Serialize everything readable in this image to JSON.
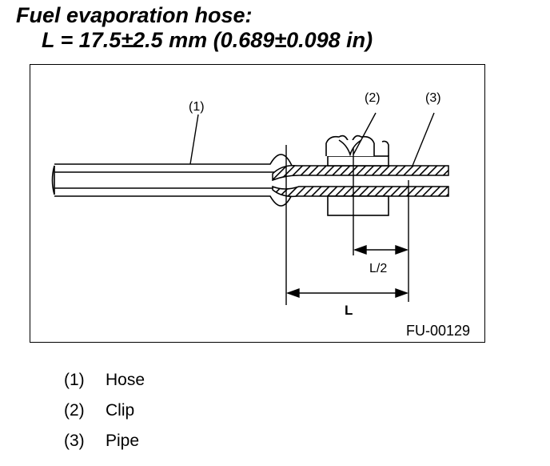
{
  "title": {
    "line1": "Fuel evaporation hose:",
    "line2": "L = 17.5±2.5 mm (0.689±0.098 in)"
  },
  "figure": {
    "callouts": [
      "(1)",
      "(2)",
      "(3)"
    ],
    "dim_half_label": "L/2",
    "dim_full_label": "L",
    "figure_code": "FU-00129"
  },
  "legend": [
    {
      "num": "(1)",
      "label": "Hose"
    },
    {
      "num": "(2)",
      "label": "Clip"
    },
    {
      "num": "(3)",
      "label": "Pipe"
    }
  ]
}
